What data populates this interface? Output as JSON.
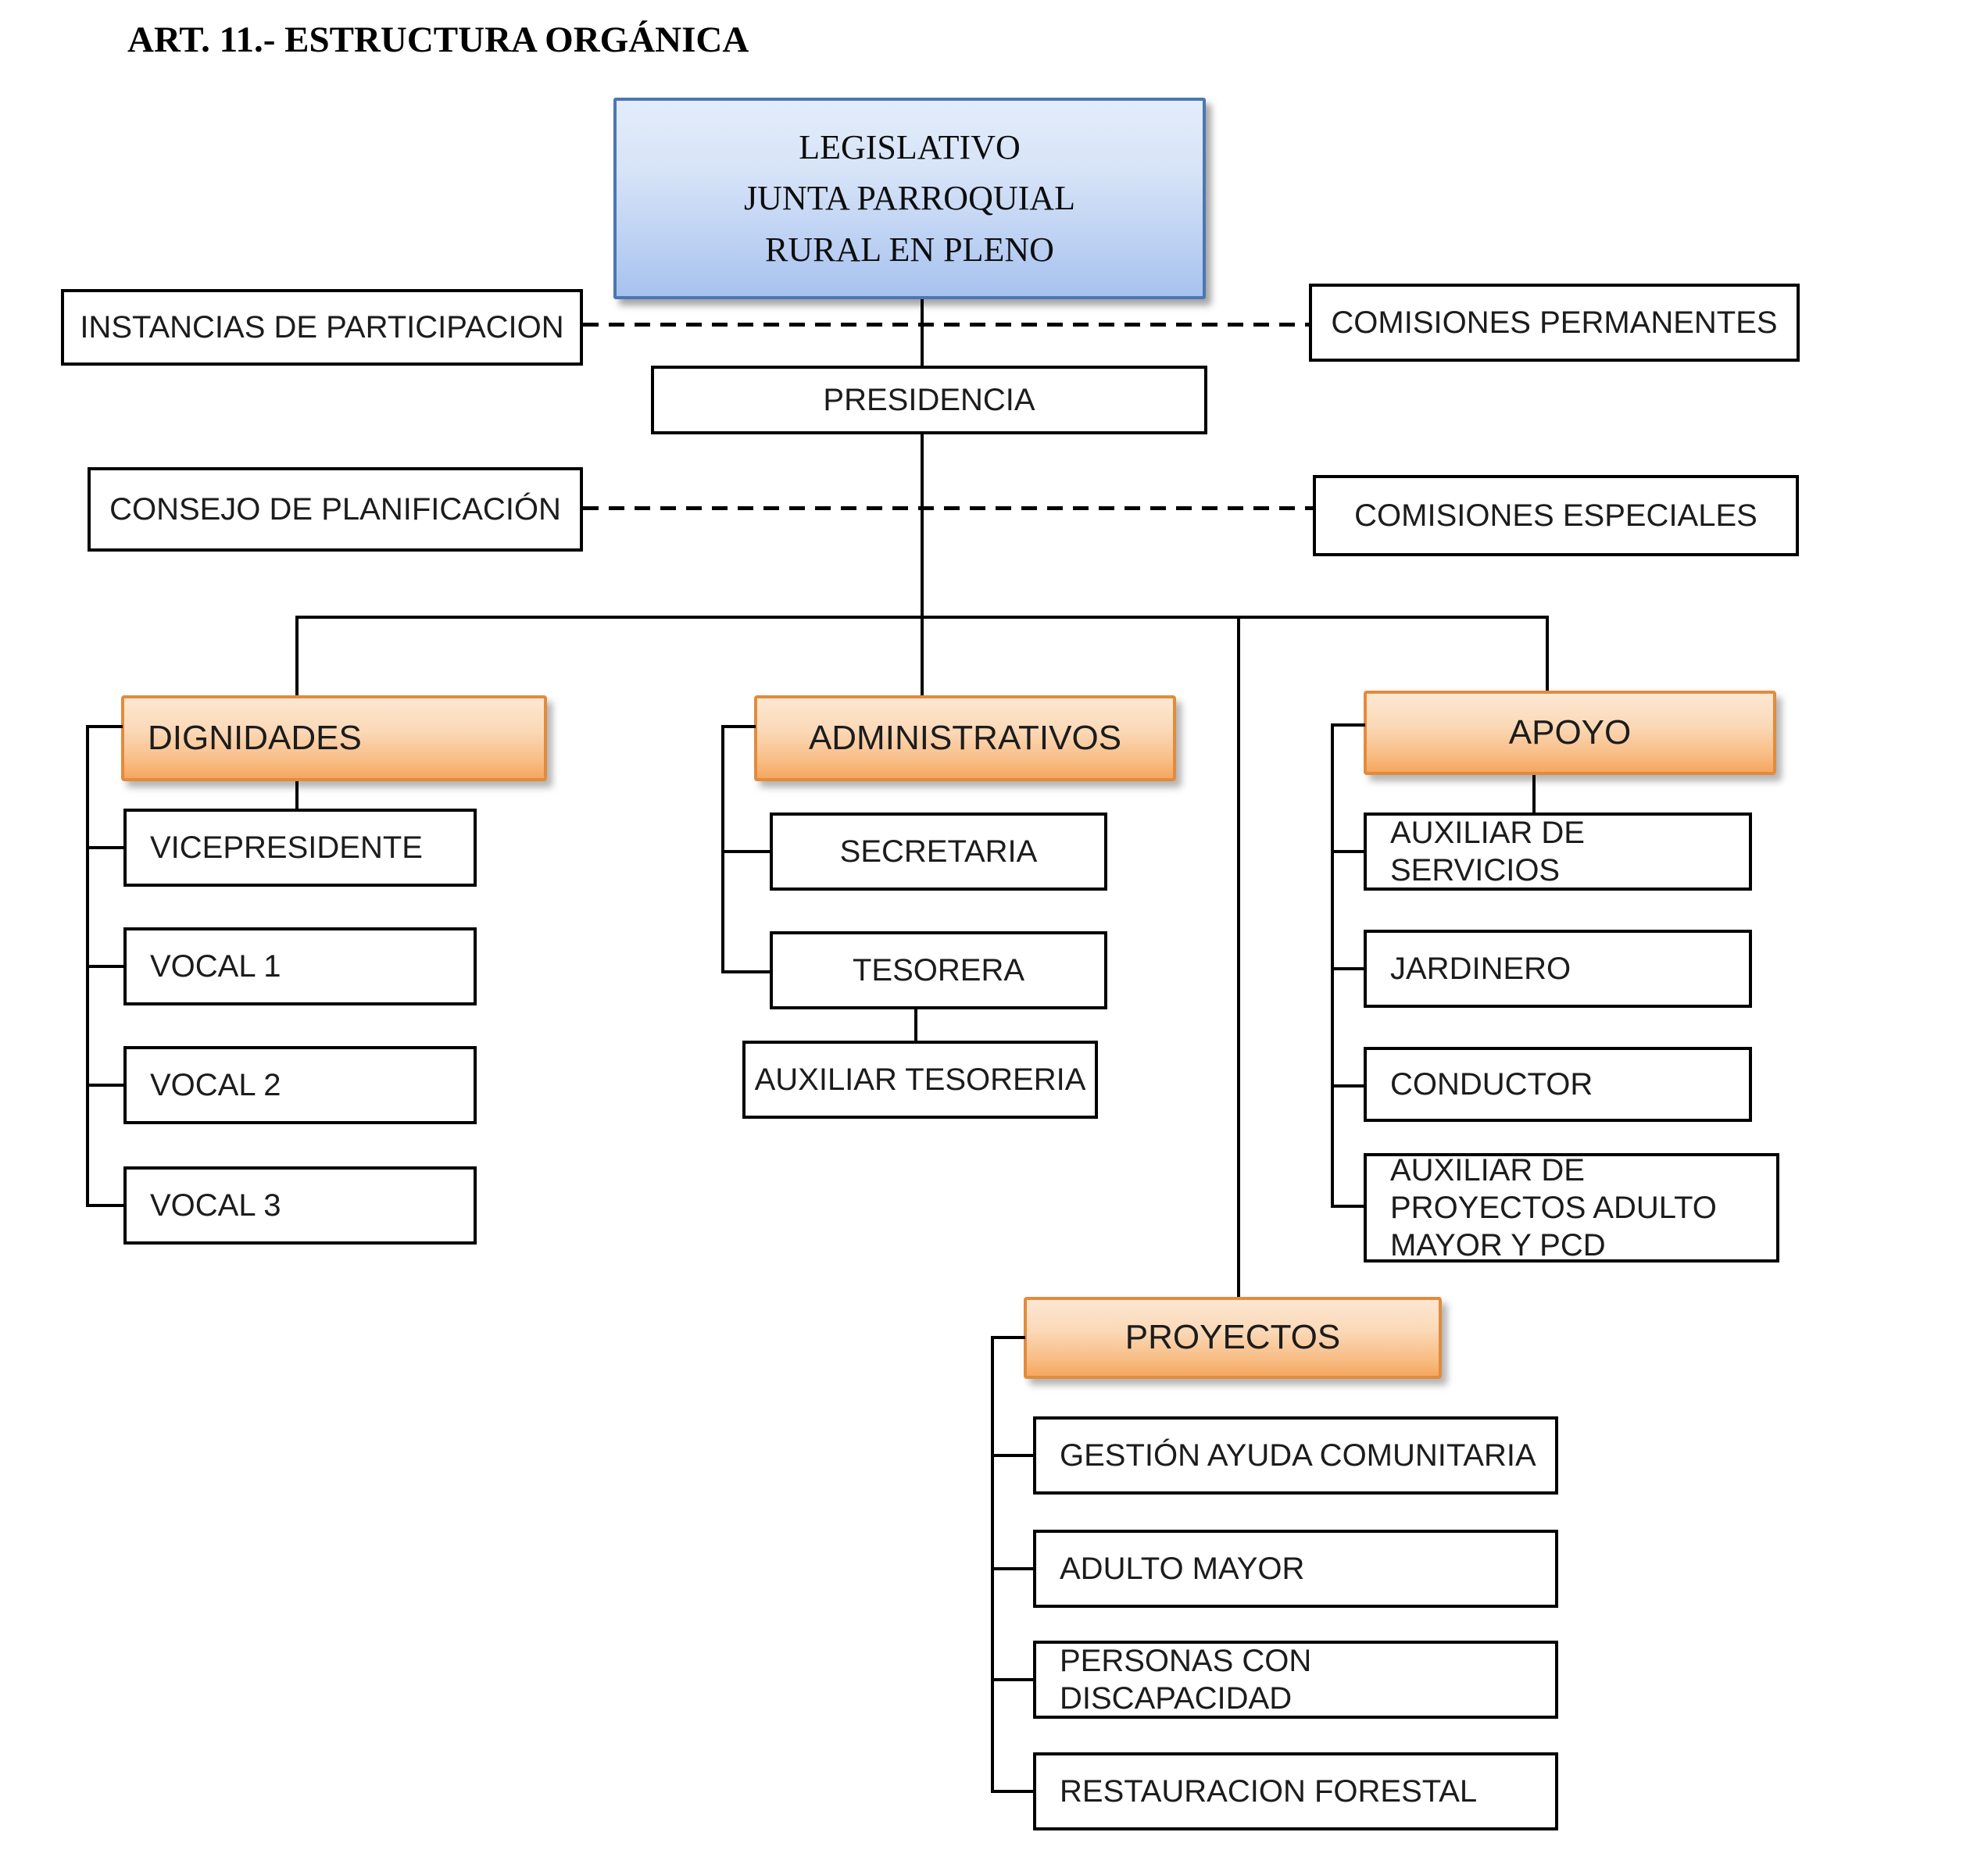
{
  "title": "ART. 11.- ESTRUCTURA ORGÁNICA",
  "colors": {
    "blue_border": "#4a77b1",
    "blue_fill_top": "#e3ecfa",
    "blue_fill_bottom": "#a7c2ef",
    "orange_border": "#e28b3d",
    "orange_fill_top": "#fde7d2",
    "orange_fill_bottom": "#f5a75f",
    "line": "#000000",
    "box_background": "#ffffff"
  },
  "root": {
    "label": "LEGISLATIVO\nJUNTA PARROQUIAL\nRURAL EN PLENO"
  },
  "level2": {
    "instancias": "INSTANCIAS DE PARTICIPACION",
    "comisiones_permanentes": "COMISIONES PERMANENTES",
    "presidencia": "PRESIDENCIA",
    "consejo": "CONSEJO DE PLANIFICACIÓN",
    "comisiones_especiales": "COMISIONES ESPECIALES"
  },
  "groups": {
    "dignidades": {
      "label": "DIGNIDADES",
      "children": [
        "VICEPRESIDENTE",
        "VOCAL 1",
        "VOCAL 2",
        "VOCAL 3"
      ]
    },
    "administrativos": {
      "label": "ADMINISTRATIVOS",
      "children": [
        "SECRETARIA",
        "TESORERA"
      ],
      "sub_child": "AUXILIAR TESORERIA"
    },
    "apoyo": {
      "label": "APOYO",
      "children": [
        "AUXILIAR DE SERVICIOS",
        "JARDINERO",
        "CONDUCTOR",
        "AUXILIAR DE PROYECTOS ADULTO MAYOR Y PCD"
      ]
    },
    "proyectos": {
      "label": "PROYECTOS",
      "children": [
        "GESTIÓN AYUDA COMUNITARIA",
        "ADULTO MAYOR",
        "PERSONAS CON DISCAPACIDAD",
        "RESTAURACION FORESTAL"
      ]
    }
  }
}
